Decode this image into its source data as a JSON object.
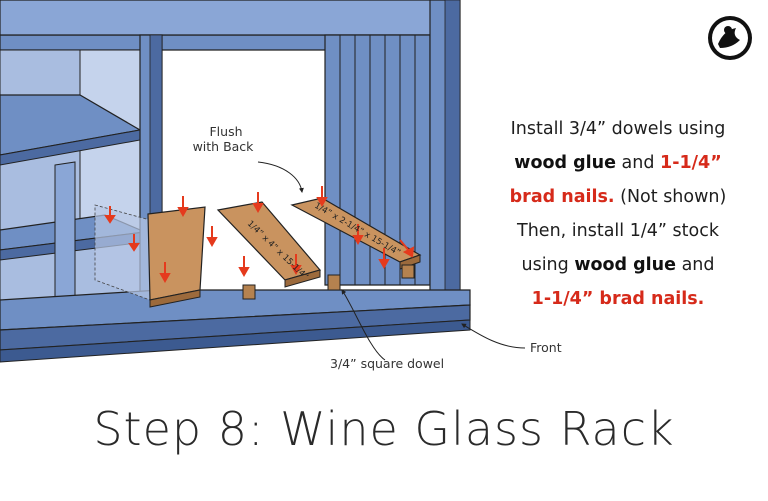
{
  "title": "Step 8: Wine Glass Rack",
  "instructions": {
    "l1": "Install 3/4” dowels using",
    "l2a": "wood glue",
    "l2b": " and ",
    "l2c": "1-1/4”",
    "l3a": "brad nails.",
    "l3b": " (Not shown)",
    "l4": "Then, install 1/4” stock",
    "l5a": "using ",
    "l5b": "wood glue",
    "l5c": " and",
    "l6": "1-1/4” brad nails."
  },
  "callouts": {
    "flush_1": "Flush",
    "flush_2": "with Back",
    "front": "Front",
    "dowel": "3/4” square dowel"
  },
  "board_labels": {
    "board2": "1/4” x 4” x 15-1/4”",
    "board3": "1/4” x 2-1/4” x 15-1/4”"
  },
  "colors": {
    "blue": "#6f8fc4",
    "blue_light": "#a9bde0",
    "blue_dark": "#4c6aa1",
    "wood": "#c9935f",
    "wood_dark": "#9c6a3c",
    "arrow": "#e53a1d"
  },
  "logo_icon": "craftsman-logo-icon"
}
